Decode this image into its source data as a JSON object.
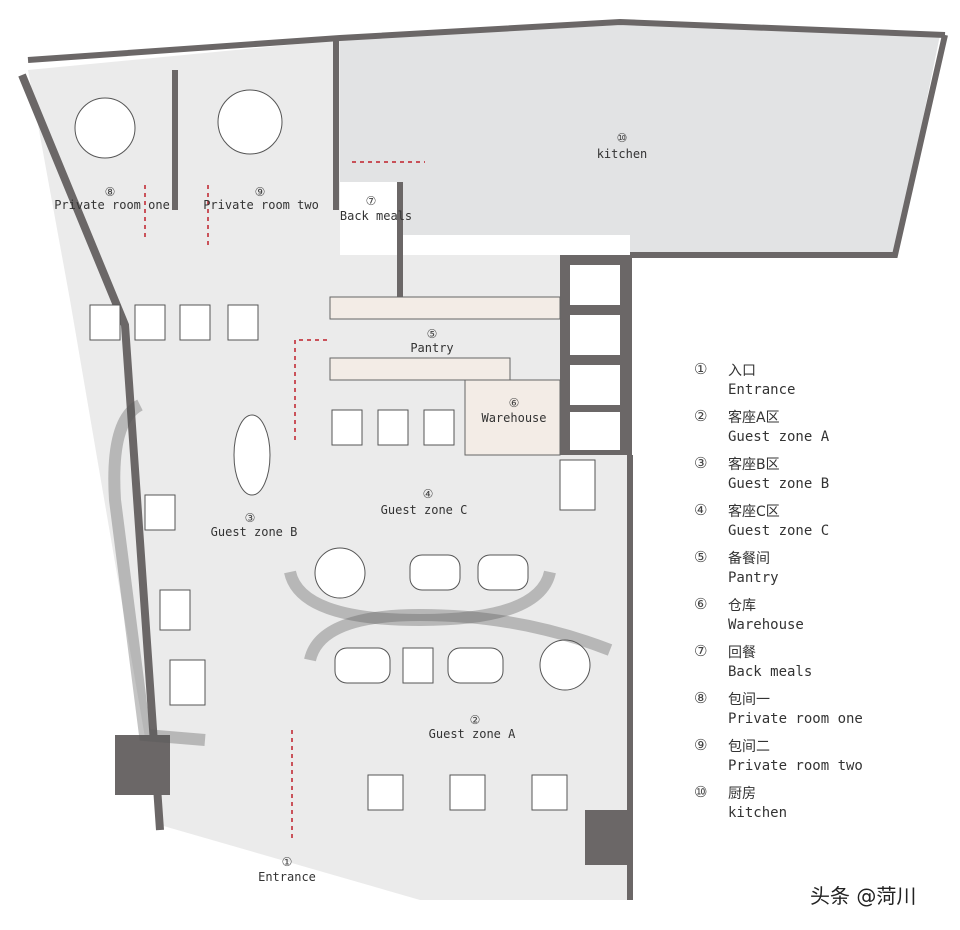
{
  "plan": {
    "rooms": [
      {
        "id": 1,
        "num": "①",
        "label": "Entrance"
      },
      {
        "id": 2,
        "num": "②",
        "label": "Guest zone A"
      },
      {
        "id": 3,
        "num": "③",
        "label": "Guest zone B"
      },
      {
        "id": 4,
        "num": "④",
        "label": "Guest zone C"
      },
      {
        "id": 5,
        "num": "⑤",
        "label": "Pantry"
      },
      {
        "id": 6,
        "num": "⑥",
        "label": "Warehouse"
      },
      {
        "id": 7,
        "num": "⑦",
        "label": "Back meals"
      },
      {
        "id": 8,
        "num": "⑧",
        "label": "Private room one"
      },
      {
        "id": 9,
        "num": "⑨",
        "label": "Private room two"
      },
      {
        "id": 10,
        "num": "⑩",
        "label": "kitchen"
      }
    ]
  },
  "legend": {
    "items": [
      {
        "num": "①",
        "cn": "入口",
        "en": "Entrance"
      },
      {
        "num": "②",
        "cn": "客座A区",
        "en": "Guest zone A"
      },
      {
        "num": "③",
        "cn": "客座B区",
        "en": "Guest zone B"
      },
      {
        "num": "④",
        "cn": "客座C区",
        "en": "Guest zone C"
      },
      {
        "num": "⑤",
        "cn": "备餐间",
        "en": "Pantry"
      },
      {
        "num": "⑥",
        "cn": "仓库",
        "en": "Warehouse"
      },
      {
        "num": "⑦",
        "cn": "回餐",
        "en": "Back meals"
      },
      {
        "num": "⑧",
        "cn": "包间一",
        "en": "Private room one"
      },
      {
        "num": "⑨",
        "cn": "包间二",
        "en": "Private room two"
      },
      {
        "num": "⑩",
        "cn": "厨房",
        "en": "kitchen"
      }
    ]
  },
  "watermark": "头条 @菏川",
  "colors": {
    "wall": "#6b6767",
    "floor": "#eaeaea",
    "kitchen": "#e3e4e5",
    "counter": "#f3ece6",
    "path": "#c0202a"
  }
}
